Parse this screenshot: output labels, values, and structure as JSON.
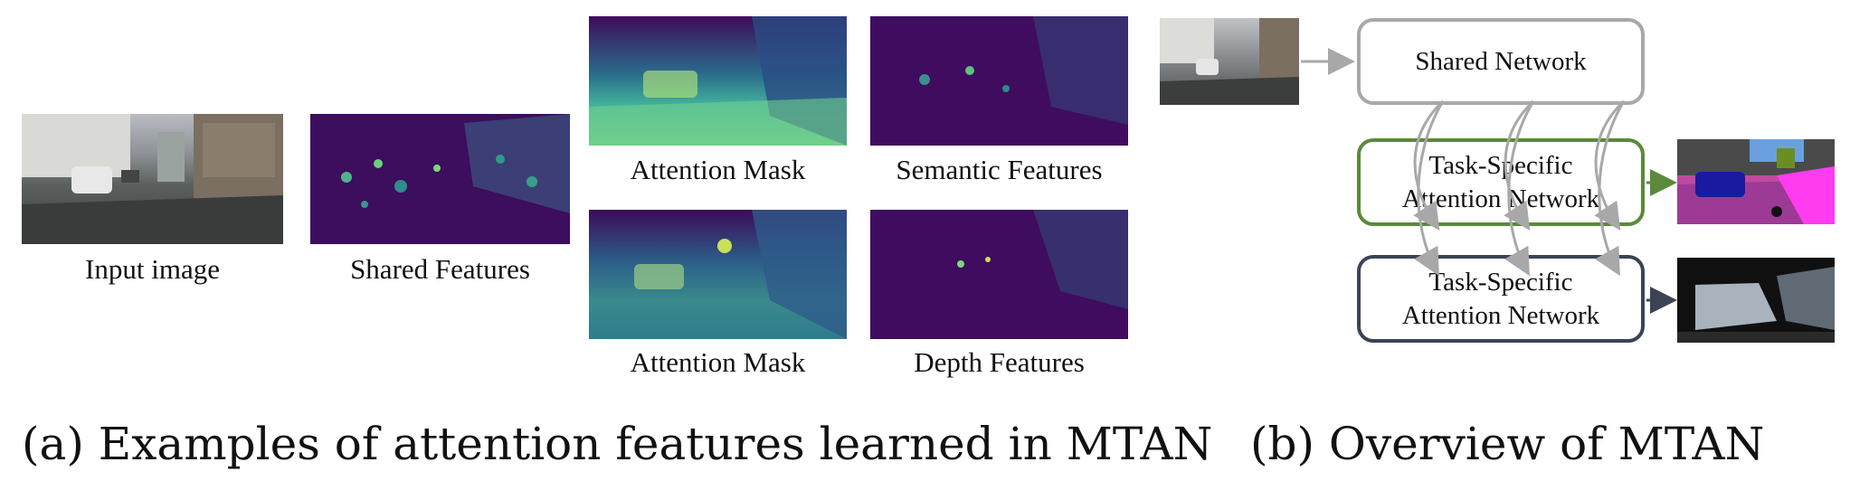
{
  "panel_a": {
    "labels": {
      "input": "Input image",
      "shared": "Shared Features",
      "att_mask_1": "Attention Mask",
      "semantic": "Semantic Features",
      "att_mask_2": "Attention Mask",
      "depth": "Depth Features"
    },
    "caption": "(a) Examples of attention features learned in MTAN"
  },
  "panel_b": {
    "shared_box": "Shared Network",
    "task1_line1": "Task-Specific",
    "task1_line2": "Attention Network",
    "task2_line1": "Task-Specific",
    "task2_line2": "Attention Network",
    "caption": "(b) Overview of MTAN"
  },
  "colors": {
    "shared_border": "#a8a8a8",
    "task1_border": "#5a8a3a",
    "task2_border": "#3a4455",
    "feature_dark": "#3e0b5c",
    "feature_mid": "#2a7a8c",
    "feature_bright": "#7fd67a"
  }
}
